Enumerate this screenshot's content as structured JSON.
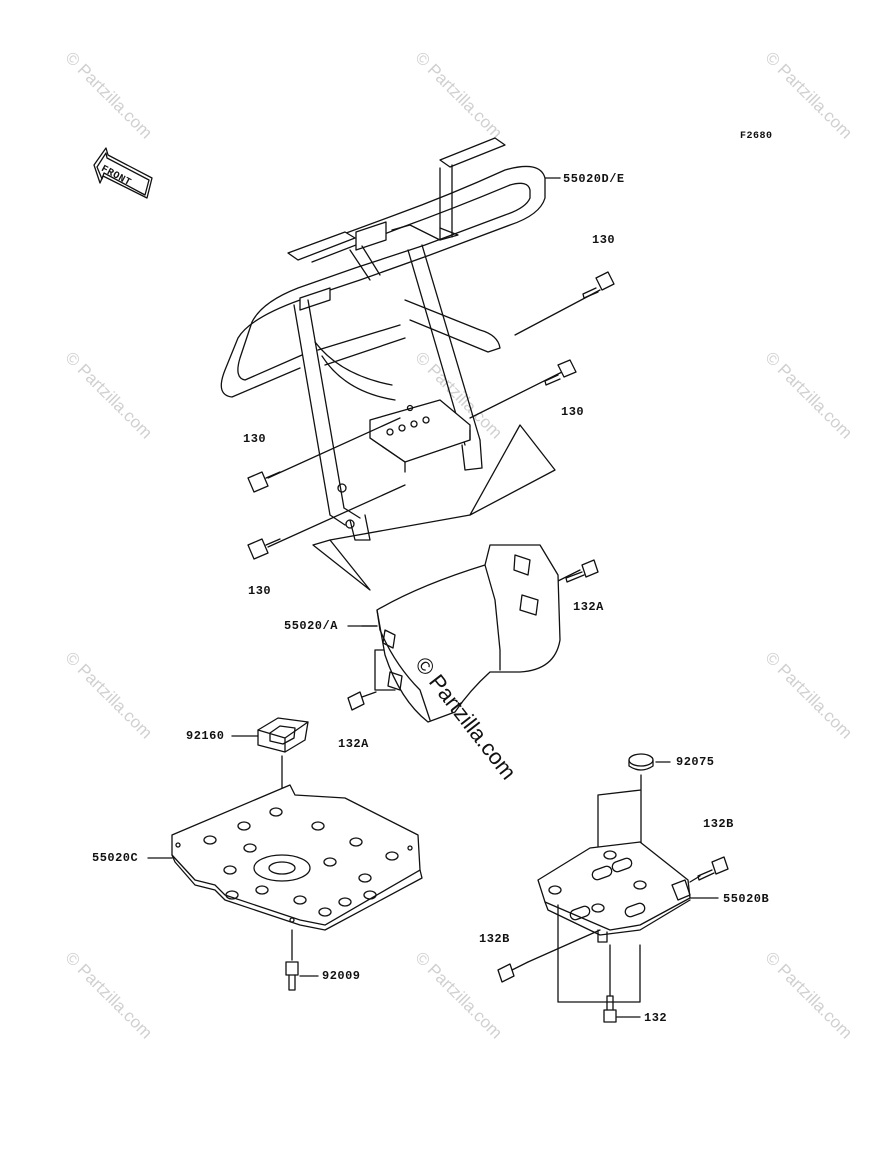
{
  "figure_code": "F2680",
  "front_label": "FRONT",
  "watermark": "© Partzilla.com",
  "center_watermark": "© Partzilla.com",
  "parts": {
    "guard_upper": "55020D/E",
    "bolt_130_a": "130",
    "bolt_130_b": "130",
    "bolt_130_c": "130",
    "bolt_130_d": "130",
    "guard_front": "55020/A",
    "bolt_132a_right": "132A",
    "bolt_132a_left": "132A",
    "cap_92160": "92160",
    "skid_plate": "55020C",
    "bolt_92009": "92009",
    "cap_92075": "92075",
    "bolt_132b_right": "132B",
    "bracket_55020b": "55020B",
    "bolt_132b_left": "132B",
    "bolt_132": "132"
  }
}
